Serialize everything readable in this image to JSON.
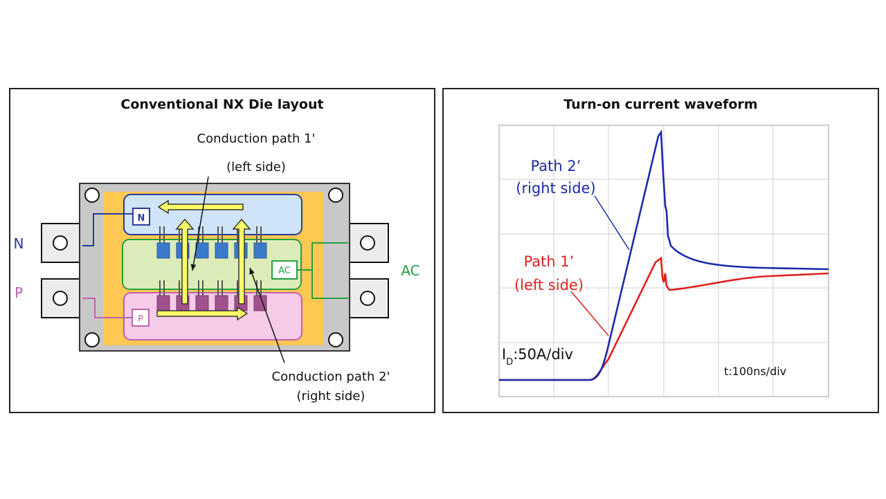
{
  "left": {
    "title": "Conventional NX  Die layout",
    "callout1_line1": "Conduction path 1'",
    "callout1_line2": "(left side)",
    "callout2_line1": "Conduction path 2'",
    "callout2_line2": "(right side)",
    "terminal_n": "N",
    "terminal_p": "P",
    "terminal_ac": "AC",
    "pad_n": "N",
    "pad_p": "P",
    "pad_ac": "AC",
    "colors": {
      "n": "#2a3a9a",
      "p": "#c060b0",
      "ac": "#22a040",
      "path_arrow": "#ffff66"
    }
  },
  "right": {
    "title": "Turn-on current waveform",
    "label_path2_line1": "Path 2’",
    "label_path2_line2": "(right side)",
    "label_path1_line1": "Path 1’",
    "label_path1_line2": "(left side)",
    "id_scale_sub": "D",
    "id_scale_rest": ":50A/div",
    "t_scale": "t:100ns/div",
    "colors": {
      "path1": "#e02020",
      "path2": "#1a2aa8"
    }
  }
}
